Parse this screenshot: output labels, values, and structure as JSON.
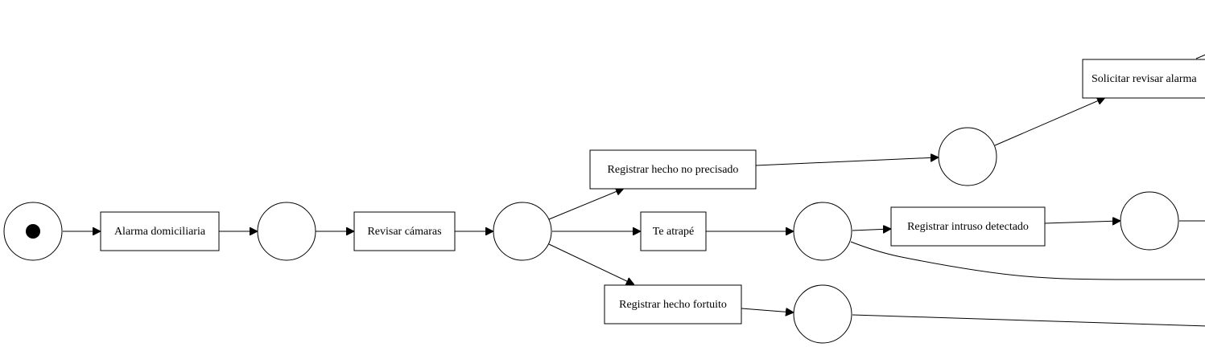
{
  "diagram": {
    "transitions": [
      {
        "id": "t1",
        "label": "Alarma domiciliaria"
      },
      {
        "id": "t2",
        "label": "Revisar cámaras"
      },
      {
        "id": "t3",
        "label": "Registrar hecho no precisado"
      },
      {
        "id": "t4",
        "label": "Te atrapé"
      },
      {
        "id": "t5",
        "label": "Registrar hecho fortuito"
      },
      {
        "id": "t6",
        "label": "Registrar intruso detectado"
      },
      {
        "id": "t7",
        "label": "Solicitar revisar alarma"
      }
    ],
    "places": [
      {
        "id": "p0",
        "marked": true
      },
      {
        "id": "p1",
        "marked": false
      },
      {
        "id": "p2",
        "marked": false
      },
      {
        "id": "p3",
        "marked": false
      },
      {
        "id": "p4",
        "marked": false
      },
      {
        "id": "p5",
        "marked": false
      },
      {
        "id": "p6",
        "marked": false
      }
    ],
    "colors": {
      "stroke": "#000000",
      "fill": "#ffffff",
      "token": "#000000"
    }
  }
}
